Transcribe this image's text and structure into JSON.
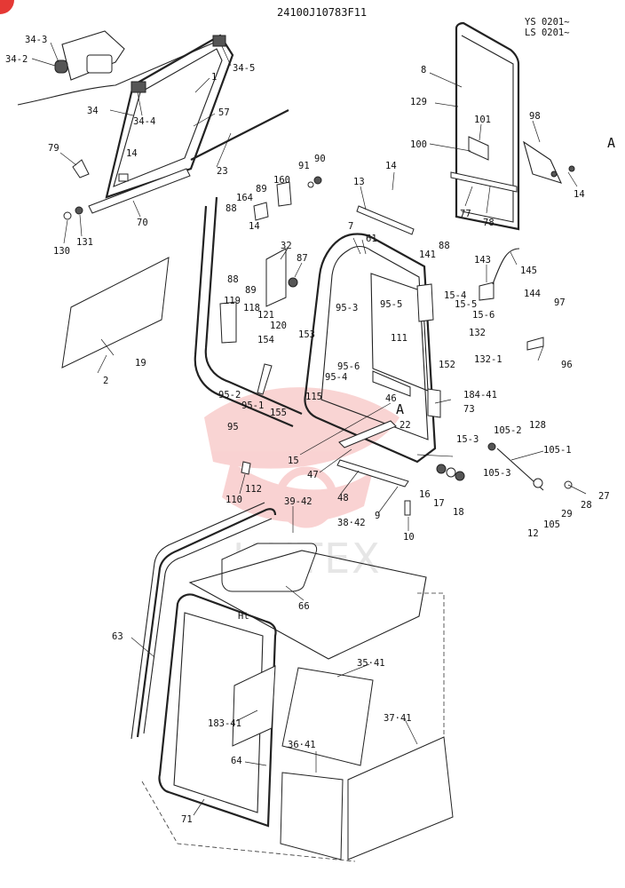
{
  "header": {
    "part_code": "24100J10783F11",
    "serial_line1": "YS 0201~",
    "serial_line2": "LS 0201~"
  },
  "watermark": {
    "text": "ИНТЕХ",
    "color": "#e53935"
  },
  "callouts": {
    "ref_a_top": "A",
    "ref_a_door": "A",
    "p34_3": "34-3",
    "p34_2": "34-2",
    "p34_5": "34-5",
    "p1": "1",
    "p34": "34",
    "p34_4": "34-4",
    "p57": "57",
    "p79": "79",
    "p14_a": "14",
    "p23": "23",
    "p70": "70",
    "p130": "130",
    "p131": "131",
    "p8": "8",
    "p129": "129",
    "p101": "101",
    "p98": "98",
    "p100": "100",
    "p14_b": "14",
    "p77": "77",
    "p78": "78",
    "p160": "160",
    "p90": "90",
    "p91": "91",
    "p14_c": "14",
    "p13": "13",
    "p164": "164",
    "p89_a": "89",
    "p88_a": "88",
    "p14_d": "14",
    "p7": "7",
    "p61": "61",
    "p32": "32",
    "p87": "87",
    "p88_b": "88",
    "p89_b": "89",
    "p141": "141",
    "p88_c": "88",
    "p143": "143",
    "p145": "145",
    "p2": "2",
    "p19": "19",
    "p119": "119",
    "p118": "118",
    "p121": "121",
    "p120": "120",
    "p154": "154",
    "p153": "153",
    "p95_3": "95-3",
    "p95_5": "95-5",
    "p111": "111",
    "p95_6": "95-6",
    "p95_4": "95-4",
    "p15_4": "15-4",
    "p15_5": "15-5",
    "p15_6": "15-6",
    "p144": "144",
    "p132": "132",
    "p97": "97",
    "p152": "152",
    "p132_1": "132-1",
    "p96": "96",
    "p184_41": "184-41",
    "p46": "46",
    "p73": "73",
    "p95_2": "95-2",
    "p95_1": "95-1",
    "p95": "95",
    "p155": "155",
    "p115": "115",
    "p22": "22",
    "p15": "15",
    "p15_3": "15-3",
    "p105_2": "105-2",
    "p128": "128",
    "p105_1": "105-1",
    "p105_3": "105-3",
    "p47": "47",
    "p110": "110",
    "p112": "112",
    "p48": "48",
    "p16": "16",
    "p17": "17",
    "p18": "18",
    "p27": "27",
    "p28": "28",
    "p29": "29",
    "p105": "105",
    "p12": "12",
    "p9": "9",
    "p10": "10",
    "p39_42": "39-42",
    "p38_42": "38·42",
    "p66": "66",
    "p63": "63",
    "p35_41": "35·41",
    "p183_41": "183-41",
    "p37_41": "37·41",
    "p36_41": "36·41",
    "p64": "64",
    "p71": "71",
    "p_ht": "Ht"
  }
}
